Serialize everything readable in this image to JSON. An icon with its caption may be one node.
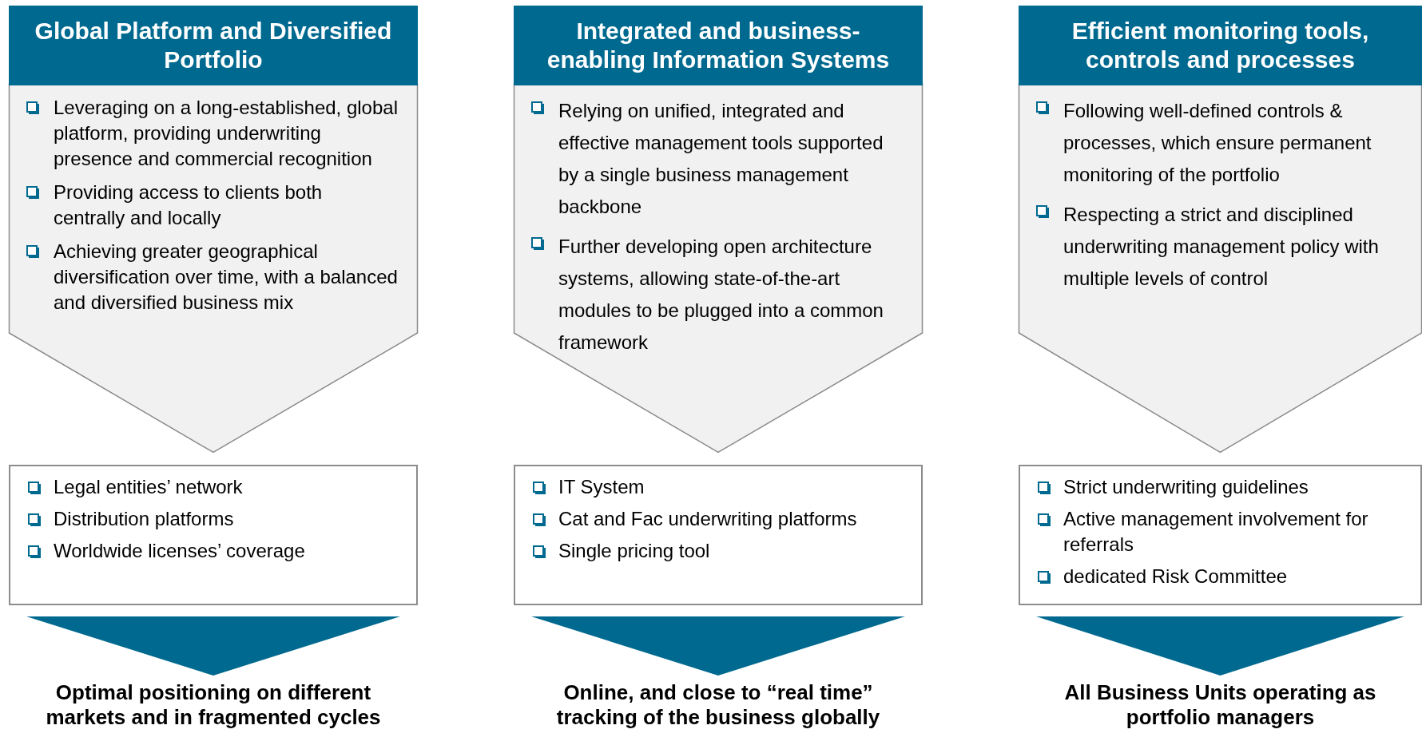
{
  "diagram": {
    "nodes": [
      {
        "text": [
          "Global Platform and Diversified Portfolio",
          "Leveraging on a long-established, global platform, providing underwriting presence and commercial recognition",
          "Providing access to clients both centrally and locally",
          "Achieving greater geographical diversification over time, with a balanced and diversified business mix"
        ]
      },
      {
        "text": [
          "Legal entities’ network",
          "Distribution platforms",
          "Worldwide licenses’ coverage"
        ]
      },
      {
        "text": [
          "Optimal positioning on different markets and in fragmented cycles"
        ]
      },
      {
        "text": [
          "Integrated and business-enabling Information Systems",
          "Relying on unified, integrated and effective management tools supported by a single business management backbone",
          "Further developing open architecture systems, allowing state-of-the-art modules to be plugged into a common framework"
        ]
      },
      {
        "text": [
          "IT System",
          "Cat and Fac underwriting platforms",
          "Single pricing tool"
        ]
      },
      {
        "text": [
          "Online, and close to “real time” tracking of the business globally"
        ]
      },
      {
        "text": [
          "Efficient monitoring tools, controls and processes",
          "Following well-defined controls & processes, which ensure permanent monitoring of the portfolio",
          "Respecting a strict and disciplined underwriting management policy with multiple levels of control"
        ]
      },
      {
        "text": [
          "Strict underwriting guidelines",
          "Active management involvement for referrals",
          "dedicated Risk Committee"
        ]
      },
      {
        "text": [
          "All Business Units operating as portfolio managers"
        ]
      }
    ],
    "edges": [
      {
        "from": 1,
        "to": 2,
        "arrow": "to"
      },
      {
        "from": 4,
        "to": 5,
        "arrow": "to"
      },
      {
        "from": 7,
        "to": 8,
        "arrow": "to"
      }
    ]
  }
}
